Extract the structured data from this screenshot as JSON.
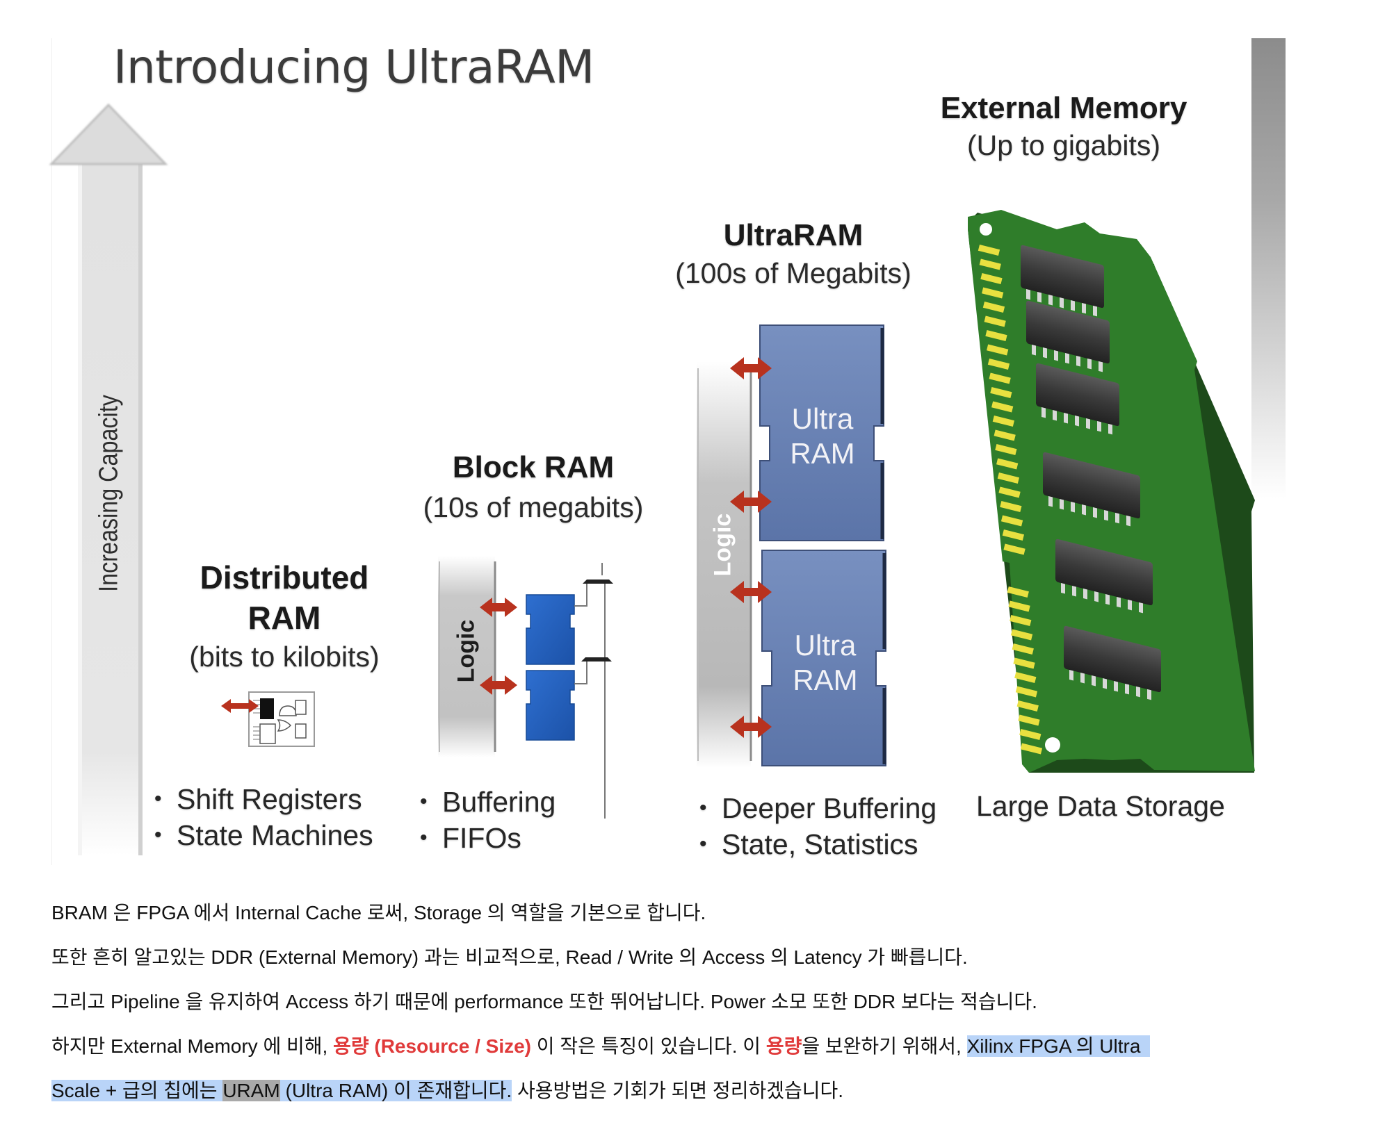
{
  "figure": {
    "title": "Introducing UltraRAM",
    "axis_label": "Increasing Capacity",
    "tiers": [
      {
        "name_line1": "Distributed",
        "name_line2": "RAM",
        "capacity": "(bits to kilobits)",
        "uses": [
          "Shift Registers",
          "State Machines"
        ]
      },
      {
        "name_line1": "Block RAM",
        "capacity": "(10s of megabits)",
        "logic_label": "Logic",
        "uses": [
          "Buffering",
          "FIFOs"
        ]
      },
      {
        "name_line1": "UltraRAM",
        "capacity": "(100s of Megabits)",
        "logic_label": "Logic",
        "block_label_line1": "Ultra",
        "block_label_line2": "RAM",
        "uses": [
          "Deeper Buffering",
          "State, Statistics"
        ]
      },
      {
        "name_line1": "External Memory",
        "capacity": "(Up to gigabits)",
        "uses": [
          "Large Data Storage"
        ]
      }
    ],
    "bullet_glyph": "•",
    "colors": {
      "arrow_red": "#b8321e",
      "bram_blue": "#1f5fbf",
      "uram_blue": "#6f88b8",
      "pcb_green": "#2f7d2a",
      "gold_contact": "#e8e040",
      "chip_dark": "#3a3a3a"
    }
  },
  "article": {
    "line1": "BRAM 은 FPGA 에서 Internal Cache 로써, Storage 의 역할을 기본으로 합니다.",
    "line2": "또한 흔히 알고있는 DDR (External Memory) 과는 비교적으로, Read / Write 의 Access 의 Latency 가 빠릅니다.",
    "line3": "그리고 Pipeline 을 유지하여 Access 하기 때문에 performance 또한 뛰어납니다. Power 소모 또한 DDR 보다는 적습니다.",
    "line4": {
      "part1": "하지만 External Memory 에 비해, ",
      "red1": "용량 (Resource / Size)",
      "part2": " 이 작은 특징이 있습니다. 이 ",
      "red2": "용량",
      "part3": "을 보완하기 위해서, ",
      "selected": "Xilinx FPGA 의 Ultra"
    },
    "line5": {
      "selected1": "Scale + 급의 칩에는 ",
      "selected_dim": "URAM",
      "selected2": " (Ultra RAM) 이 존재합니다.",
      "rest": " 사용방법은 기회가 되면 정리하겠습니다."
    },
    "colors": {
      "emphasis_red": "#e03a3a",
      "selection_blue": "#b9d4f8",
      "selection_gray": "#a9a9a9"
    }
  }
}
